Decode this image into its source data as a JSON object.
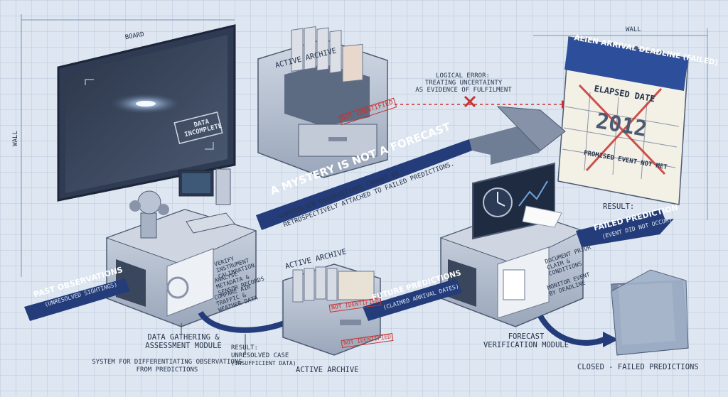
{
  "dim_labels": {
    "board": "BOARD",
    "wall_left": "WALL",
    "wall_right": "WALL"
  },
  "board": {
    "stamp": "DATA INCOMPLETE"
  },
  "archive_top": {
    "title": "ACTIVE ARCHIVE",
    "stamp": "NOT IDENTIFIED"
  },
  "logical_error": {
    "line1": "LOGICAL ERROR:",
    "line2": "TREATING UNCERTAINTY",
    "line3": "AS EVIDENCE OF FULFILMENT"
  },
  "calendar": {
    "title": "ALIEN ARRIVAL DEADLINE (FAILED)",
    "elapsed": "ELAPSED DATE",
    "date": "2012",
    "footer": "PROMISED EVENT NOT MET"
  },
  "banner": {
    "main": "A MYSTERY IS NOT A FORECAST",
    "sub1": "UNRESOLVED OBSERVATIONS CANNOT BE",
    "sub2": "RETROSPECTIVELY ATTACHED TO FAILED PREDICTIONS."
  },
  "left_module": {
    "steps": [
      "VERIFY INSTRUMENT CALIBRATION",
      "ANALYSE METADATA & SENSOR RECORDS",
      "COMPARE AIR TRAFFIC & WEATHER DATA"
    ],
    "label1": "DATA GATHERING &",
    "label2": "ASSESSMENT MODULE",
    "system1": "SYSTEM FOR DIFFERENTIATING OBSERVATIONS",
    "system2": "FROM PREDICTIONS"
  },
  "past_obs": {
    "title": "PAST OBSERVATIONS",
    "sub": "(UNRESOLVED SIGHTINGS)"
  },
  "archive_mid": {
    "title": "ACTIVE ARCHIVE",
    "stamp1": "NOT IDENTIFIED",
    "stamp2": "NOT IDENTIFIED",
    "caption": "ACTIVE ARCHIVE"
  },
  "result_left": {
    "line1": "RESULT:",
    "line2": "UNRESOLVED CASE",
    "line3": "(INSUFFICIENT DATA)"
  },
  "future_pred": {
    "title": "FUTURE PREDICTIONS",
    "sub": "(CLAIMED ARRIVAL DATES)"
  },
  "right_module": {
    "steps": [
      "DOCUMENT PRIOR CLAIM & CONDITIONS",
      "MONITOR EVENT BY DEADLINE"
    ],
    "label1": "FORECAST",
    "label2": "VERIFICATION MODULE"
  },
  "result_right": {
    "label": "RESULT:",
    "title": "FAILED PREDICTION",
    "sub": "(EVENT DID NOT OCCUR)"
  },
  "closed": {
    "caption": "CLOSED - FAILED PREDICTIONS"
  },
  "colors": {
    "navy": "#243d7a",
    "paper": "#f3f0e6",
    "red": "#c8332f",
    "metal": "#b9c3d3",
    "metal_dark": "#7e8aa0"
  }
}
